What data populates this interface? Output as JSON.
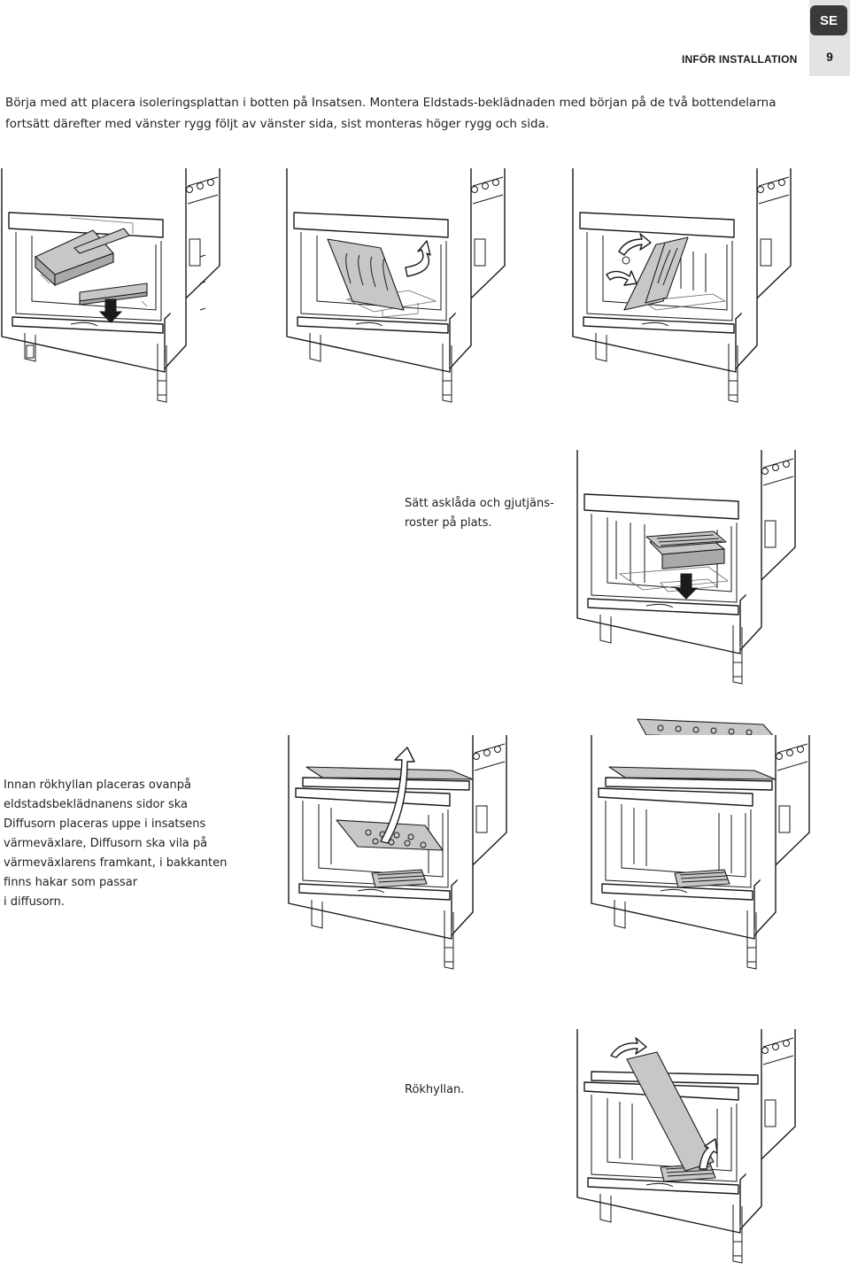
{
  "header": {
    "language_badge": "SE",
    "section_title": "INFÖR INSTALLATION",
    "page_number": "9"
  },
  "intro_text": "Börja med att placera isoleringsplattan i botten på Insatsen. Montera Eldstads-beklädnaden med början på de två bottendelarna fortsätt därefter med vänster rygg följt av vänster sida, sist monteras höger rygg och sida.",
  "captions": {
    "ash_box": [
      "Sätt asklåda och gjutjäns-",
      "roster på plats."
    ],
    "diffuser": [
      "Innan rökhyllan placeras ovanpå",
      "eldstadsbeklädnanens sidor ska",
      "Diffusorn placeras uppe i insatsens",
      "värmeväxlare, Diffusorn ska vila på",
      "värmeväxlarens framkant, i bakkanten",
      "finns hakar som passar",
      "i diffusorn."
    ],
    "smoke_shelf": "Rökhyllan."
  }
}
